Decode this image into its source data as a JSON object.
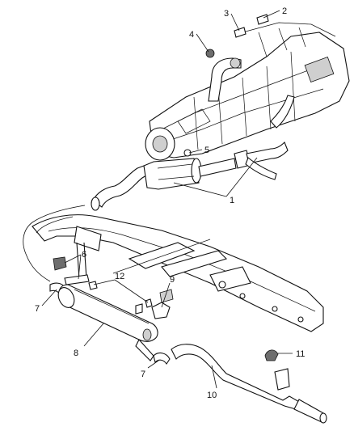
{
  "diagram": {
    "callouts": [
      "1",
      "2",
      "3",
      "4",
      "5",
      "6",
      "7",
      "7",
      "8",
      "9",
      "10",
      "11",
      "12"
    ]
  }
}
